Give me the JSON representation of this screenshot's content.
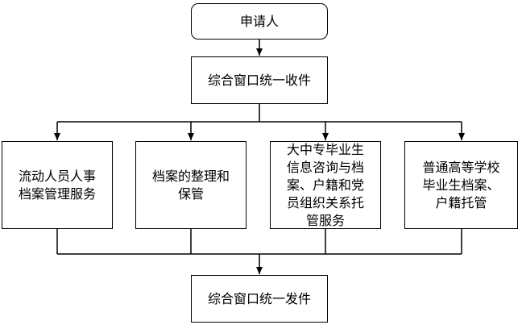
{
  "diagram": {
    "start": "申请人",
    "receive": "综合窗口统一收件",
    "services": [
      "流动人员人事\n档案管理服务",
      "档案的整理和\n保管",
      "大中专毕业生\n信息咨询与档\n案、户籍和党\n员组织关系托\n管服务",
      "普通高等学校\n毕业生档案、\n户籍托管"
    ],
    "dispatch": "综合窗口统一发件"
  }
}
